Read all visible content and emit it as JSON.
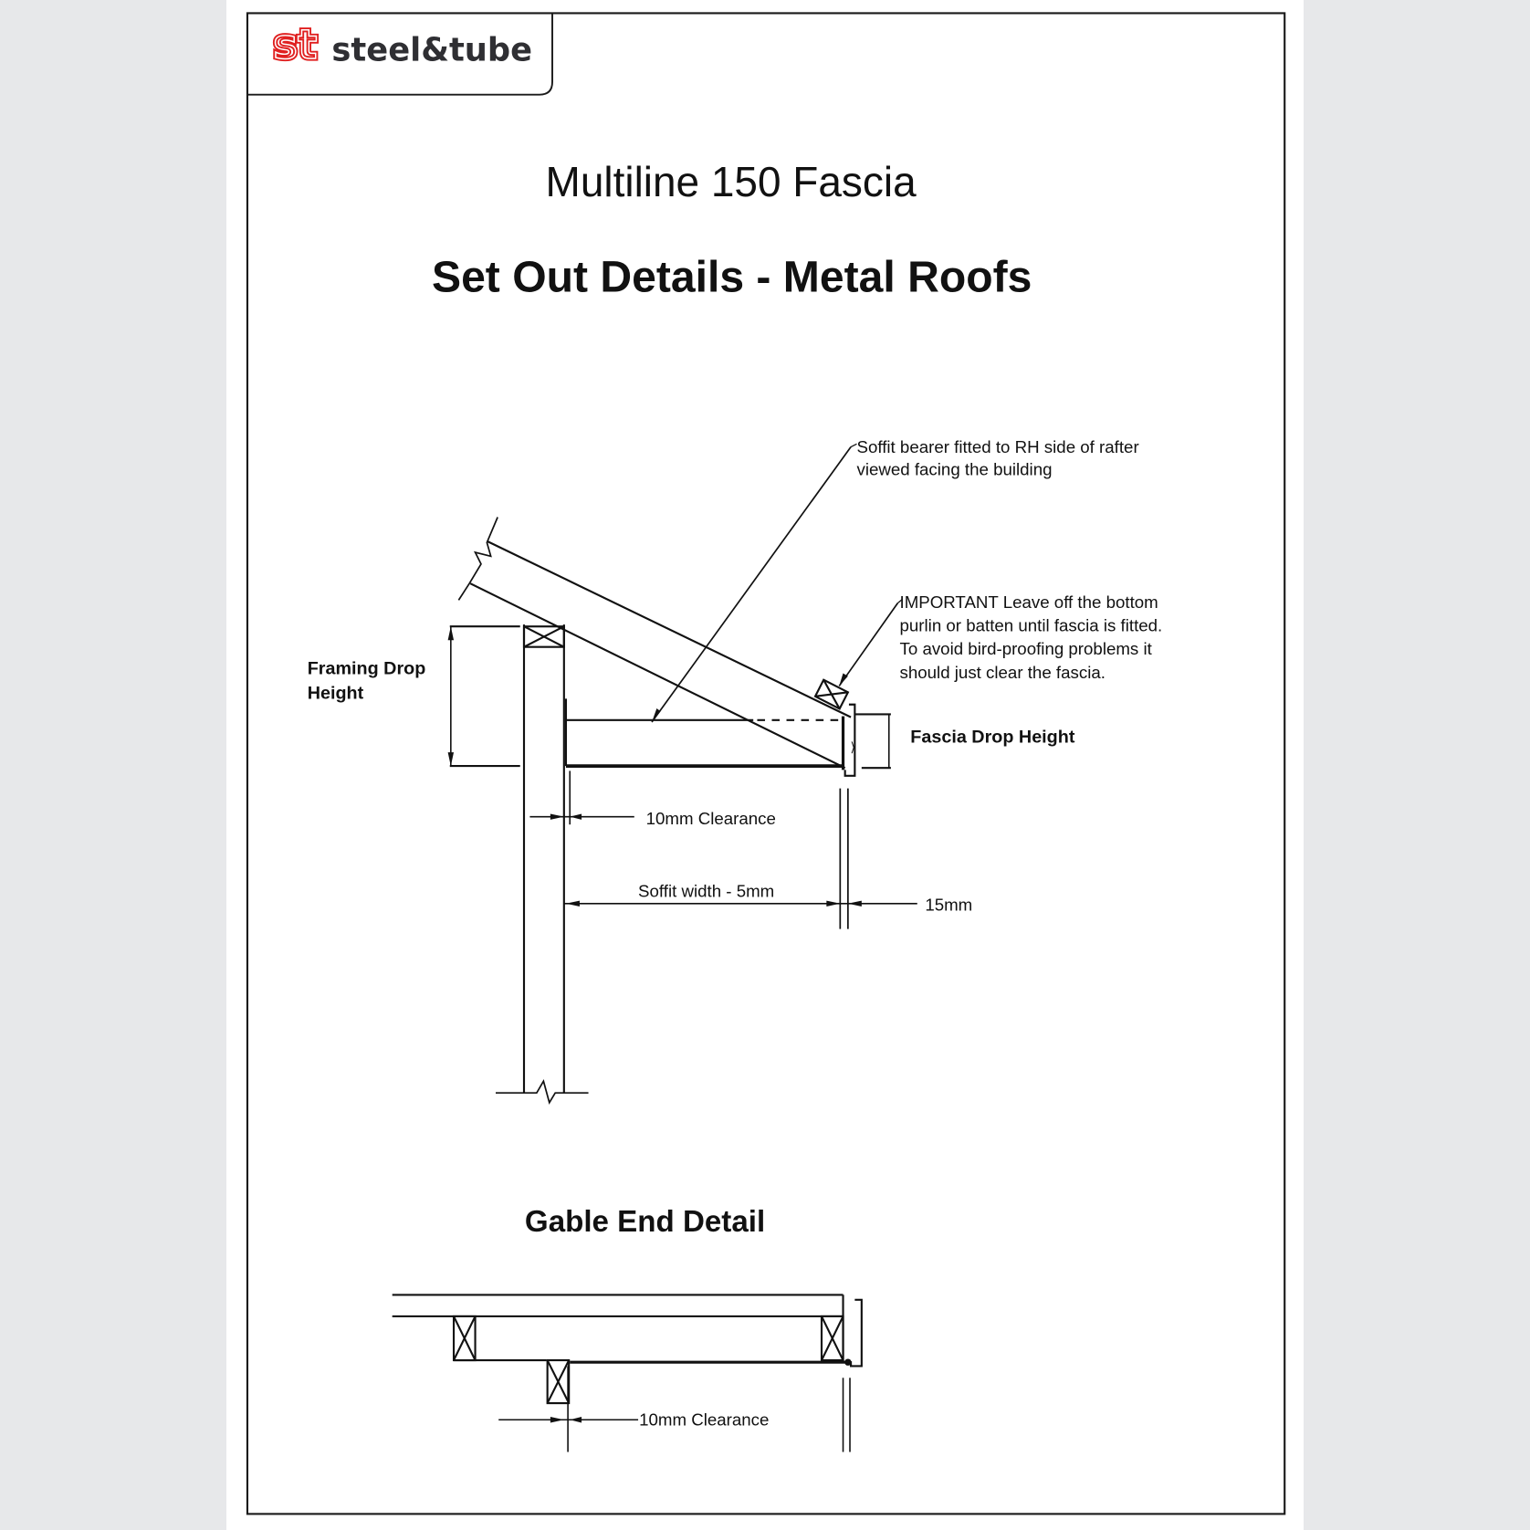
{
  "document": {
    "brand": {
      "logo_mark": "st",
      "logo_text": "steel&tube",
      "mark_color": "#e02020",
      "text_color": "#2f2f33"
    },
    "title": "Multiline 150 Fascia",
    "subtitle": "Set Out Details - Metal Roofs",
    "main_detail": {
      "annotations": {
        "soffit_bearer_line1": "Soffit bearer fitted to RH side of rafter",
        "soffit_bearer_line2": "viewed facing the building",
        "important_line1": "IMPORTANT Leave off the bottom",
        "important_line2": "purlin or batten until fascia is fitted.",
        "important_line3": "To avoid bird-proofing problems it",
        "important_line4": "should just clear the fascia.",
        "framing_drop_line1": "Framing Drop",
        "framing_drop_line2": "Height",
        "fascia_drop": "Fascia Drop Height",
        "clearance": "10mm Clearance",
        "soffit_width": "Soffit width - 5mm",
        "fascia_offset": "15mm"
      }
    },
    "gable_detail": {
      "heading": "Gable End Detail",
      "clearance": "10mm Clearance"
    }
  },
  "colors": {
    "background": "#e7e8ea",
    "page": "#ffffff",
    "line": "#111111"
  }
}
